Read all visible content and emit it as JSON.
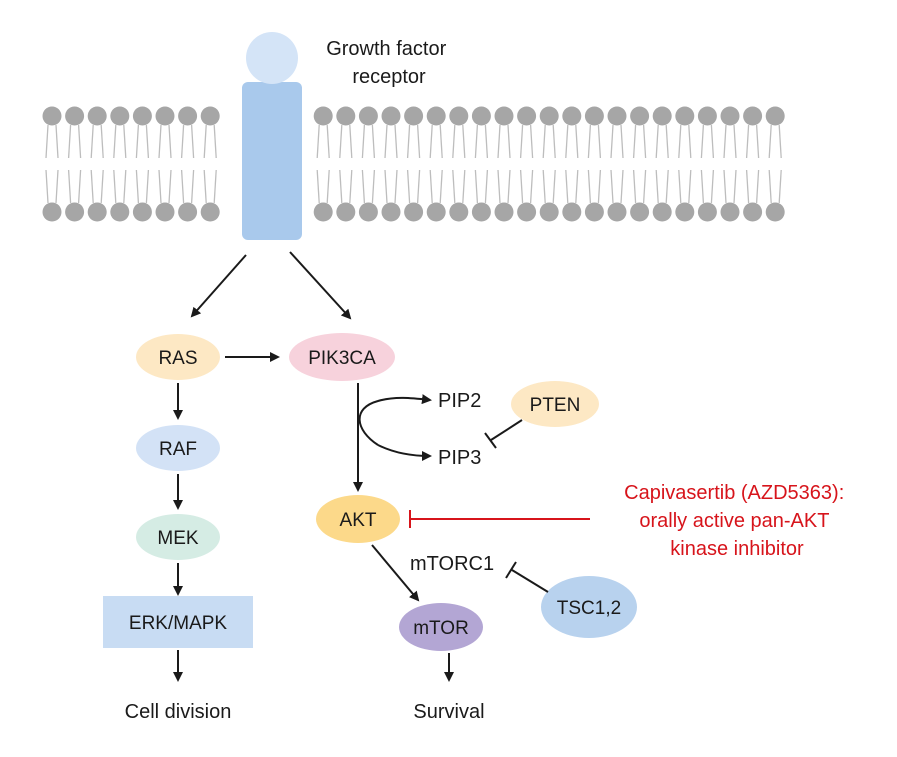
{
  "receptor_label": [
    "Growth factor",
    "receptor"
  ],
  "nodes": {
    "ras": "RAS",
    "raf": "RAF",
    "mek": "MEK",
    "erk": "ERK/MAPK",
    "pik3ca": "PIK3CA",
    "pip2": "PIP2",
    "pip3": "PIP3",
    "pten": "PTEN",
    "akt": "AKT",
    "mtorc1": "mTORC1",
    "tsc": "TSC1,2",
    "mtor": "mTOR"
  },
  "outcomes": {
    "left": "Cell division",
    "right": "Survival"
  },
  "inhibitor": [
    "Capivasertib (AZD5363):",
    "orally active pan-AKT",
    "kinase inhibitor"
  ],
  "colors": {
    "ras": "#fde8c4",
    "raf": "#d3e2f6",
    "mek": "#d5ece4",
    "erk": "#c8dcf3",
    "pik3ca": "#f7d2dc",
    "pten": "#fde8c4",
    "akt": "#fcd98a",
    "mtor": "#b3a6d4",
    "tsc": "#b8d2ee",
    "receptor": "#a9c9ec",
    "receptor_head": "#d4e4f7",
    "lipid_head": "#a6a6a6",
    "inhibitor": "#d7141b",
    "arrow": "#1a1a1a"
  }
}
